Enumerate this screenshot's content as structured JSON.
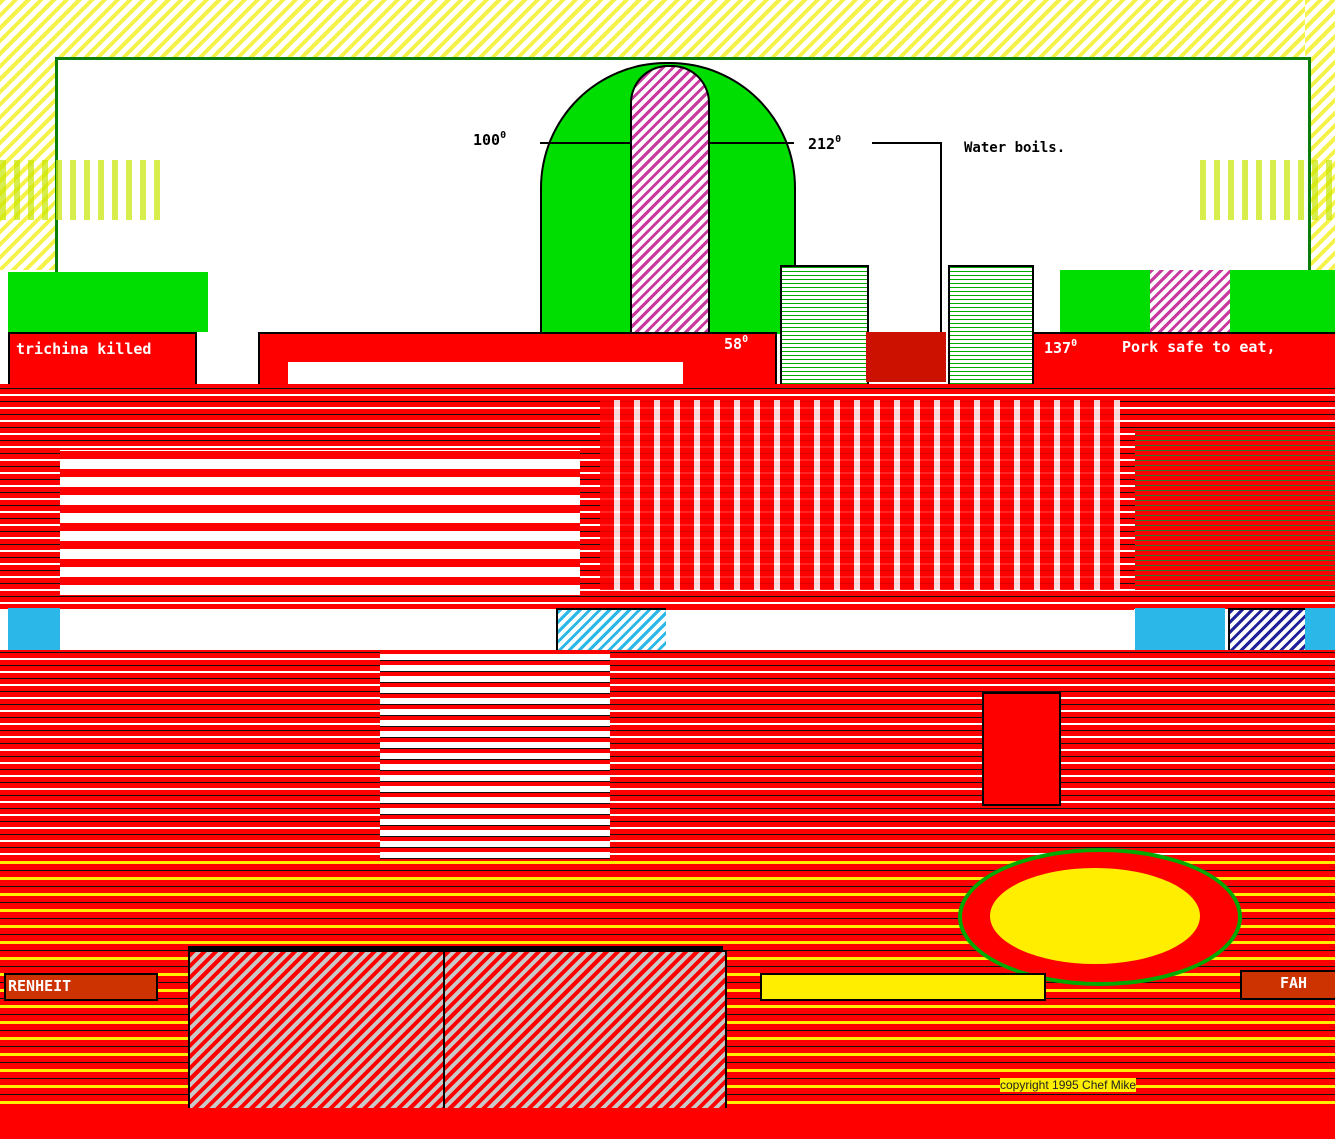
{
  "thermometer": {
    "label_100": "100",
    "label_212": "212",
    "water_boils": "Water boils.",
    "label_58": "58",
    "label_137": "137",
    "degree": "0",
    "pork_safe": "Pork safe to eat,",
    "trichina": "trichina killed"
  },
  "bottom": {
    "left_scale": "RENHEIT",
    "right_scale": "FAH",
    "copyright": "copyright 1995 Chef Mike"
  },
  "colors": {
    "red": "#ff0000",
    "green": "#00dd00",
    "yellow": "#ffee00",
    "magenta": "#c8389e",
    "cyan": "#2bb7e8",
    "brown": "#cc3300"
  }
}
